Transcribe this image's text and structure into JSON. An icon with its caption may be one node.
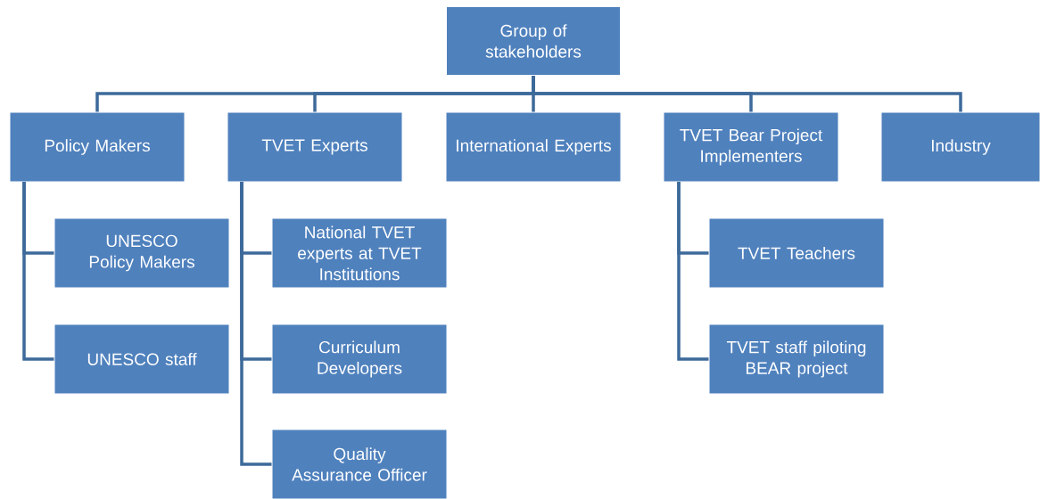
{
  "diagram": {
    "nodes": [
      {
        "text": [
          "Group of stakeholders"
        ]
      },
      {
        "text": [
          "Policy Makers"
        ]
      },
      {
        "text": [
          "TVET Experts"
        ]
      },
      {
        "text": [
          "International Experts"
        ]
      },
      {
        "text": [
          "TVET Bear Project Implementers"
        ]
      },
      {
        "text": [
          "Industry"
        ]
      },
      {
        "text": [
          "UNESCO Policy Makers"
        ]
      },
      {
        "text": [
          "UNESCO staff"
        ]
      },
      {
        "text": [
          "National TVET experts at TVET Institutions"
        ]
      },
      {
        "text": [
          "Curriculum Developers"
        ]
      },
      {
        "text": [
          "Quality Assurance Officer"
        ]
      },
      {
        "text": [
          "TVET Teachers"
        ]
      },
      {
        "text": [
          "TVET staff piloting BEAR project"
        ]
      }
    ],
    "edges": [
      {
        "from": 0,
        "to": 1,
        "arrow": "none"
      },
      {
        "from": 0,
        "to": 2,
        "arrow": "none"
      },
      {
        "from": 0,
        "to": 3,
        "arrow": "none"
      },
      {
        "from": 0,
        "to": 4,
        "arrow": "none"
      },
      {
        "from": 0,
        "to": 5,
        "arrow": "none"
      },
      {
        "from": 1,
        "to": 6,
        "arrow": "none"
      },
      {
        "from": 1,
        "to": 7,
        "arrow": "none"
      },
      {
        "from": 2,
        "to": 8,
        "arrow": "none"
      },
      {
        "from": 2,
        "to": 9,
        "arrow": "none"
      },
      {
        "from": 2,
        "to": 10,
        "arrow": "none"
      },
      {
        "from": 4,
        "to": 11,
        "arrow": "none"
      },
      {
        "from": 4,
        "to": 12,
        "arrow": "none"
      }
    ]
  }
}
